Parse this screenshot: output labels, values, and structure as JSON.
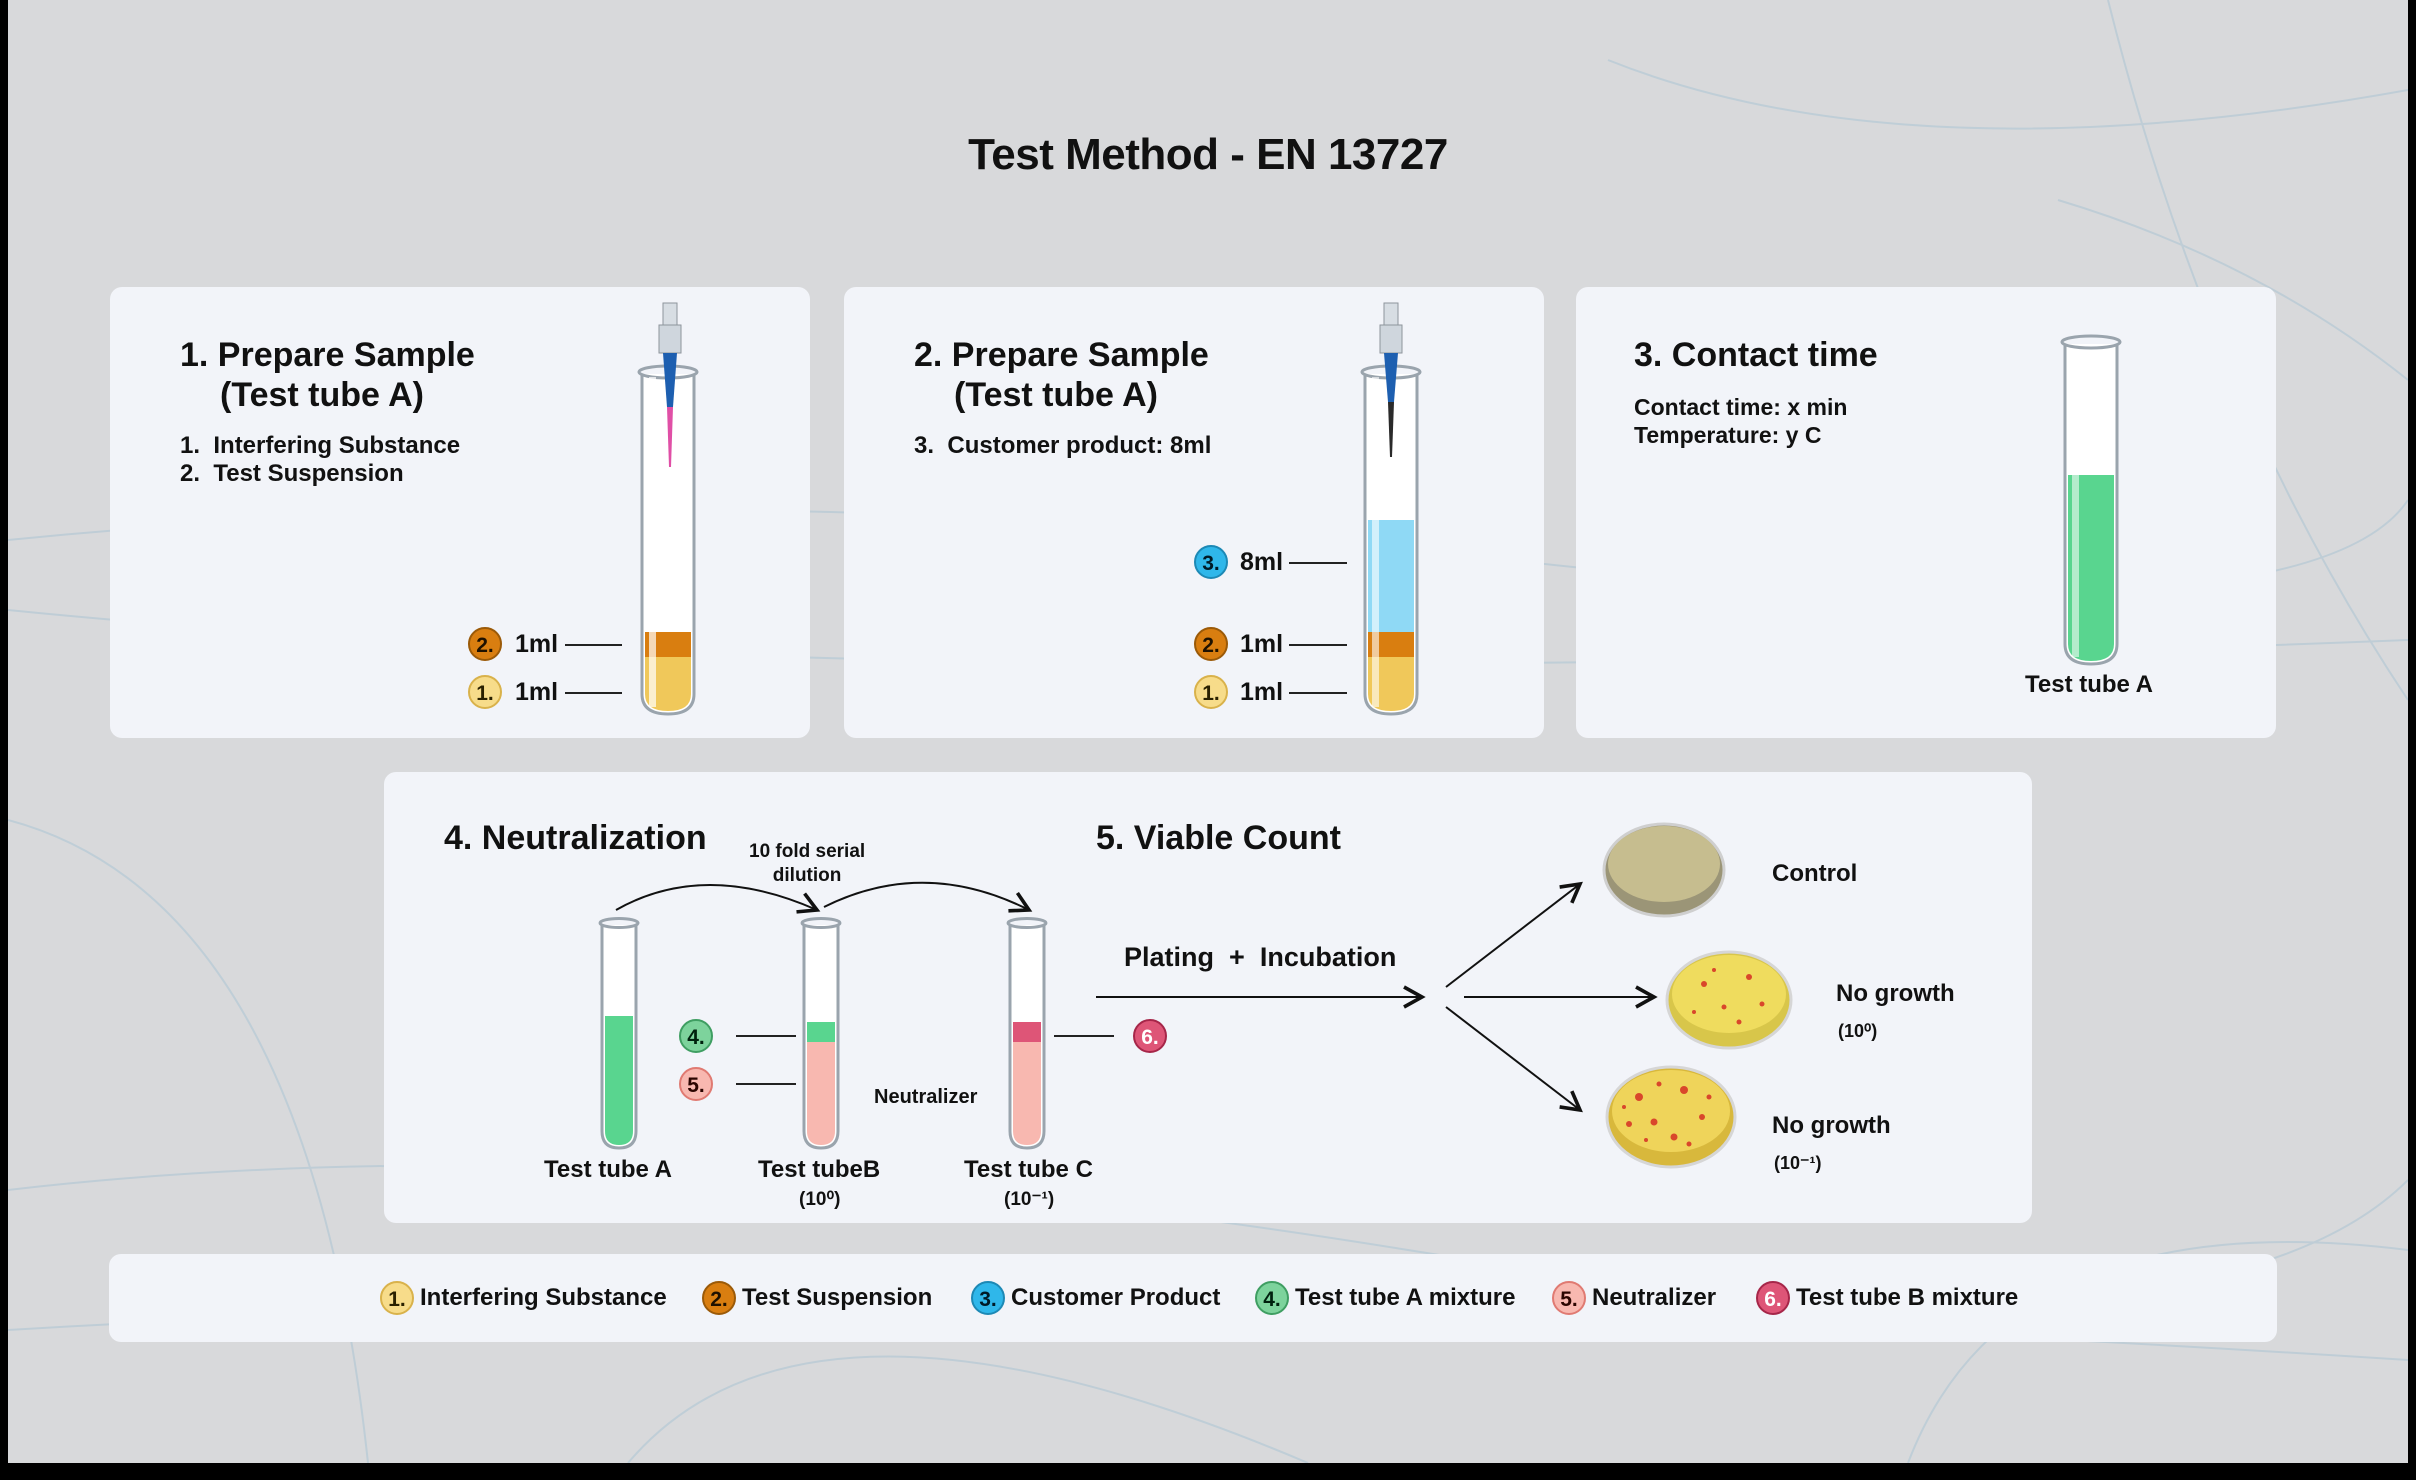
{
  "title": "Test Method -  EN 13727",
  "card1": {
    "title_line1": "1. Prepare Sample",
    "title_line2": "(Test tube A)",
    "items": [
      "Interfering Substance",
      "Test Suspension"
    ],
    "levels": [
      {
        "badge": "2.",
        "label": "1ml"
      },
      {
        "badge": "1.",
        "label": "1ml"
      }
    ]
  },
  "card2": {
    "title_line1": "2. Prepare Sample",
    "title_line2": "(Test tube A)",
    "items": [
      "Customer product: 8ml"
    ],
    "levels": [
      {
        "badge": "3.",
        "label": "8ml"
      },
      {
        "badge": "2.",
        "label": "1ml"
      },
      {
        "badge": "1.",
        "label": "1ml"
      }
    ]
  },
  "card3": {
    "title": "3. Contact time",
    "lines": [
      "Contact time: x min",
      "Temperature: y C"
    ],
    "tube_label": "Test tube A"
  },
  "card4": {
    "title_neutralization": "4. Neutralization",
    "title_viable": "5. Viable Count",
    "dilution_label_line1": "10 fold serial",
    "dilution_label_line2": "dilution",
    "plating_label": "Plating",
    "plus": "+",
    "incubation_label": "Incubation",
    "neutralizer_label": "Neutralizer",
    "badges": {
      "b4": "4.",
      "b5": "5.",
      "b6": "6."
    },
    "tubes": [
      {
        "label": "Test tube A",
        "sub": ""
      },
      {
        "label": "Test tubeB",
        "sub": "(10⁰)"
      },
      {
        "label": "Test tube C",
        "sub": "(10⁻¹)"
      }
    ],
    "plates": [
      {
        "label": "Control",
        "sub": ""
      },
      {
        "label": "No growth",
        "sub": "(10⁰)"
      },
      {
        "label": "No growth",
        "sub": "(10⁻¹)"
      }
    ]
  },
  "legend": [
    {
      "badge": "1.",
      "label": "Interfering Substance",
      "color": "#f7dc8a"
    },
    {
      "badge": "2.",
      "label": "Test Suspension",
      "color": "#d97e10"
    },
    {
      "badge": "3.",
      "label": "Customer Product",
      "color": "#2fb7ea"
    },
    {
      "badge": "4.",
      "label": "Test tube A mixture",
      "color": "#7dd39c"
    },
    {
      "badge": "5.",
      "label": "Neutralizer",
      "color": "#f8b8b0"
    },
    {
      "badge": "6.",
      "label": "Test tube B mixture",
      "color": "#de5577"
    }
  ]
}
